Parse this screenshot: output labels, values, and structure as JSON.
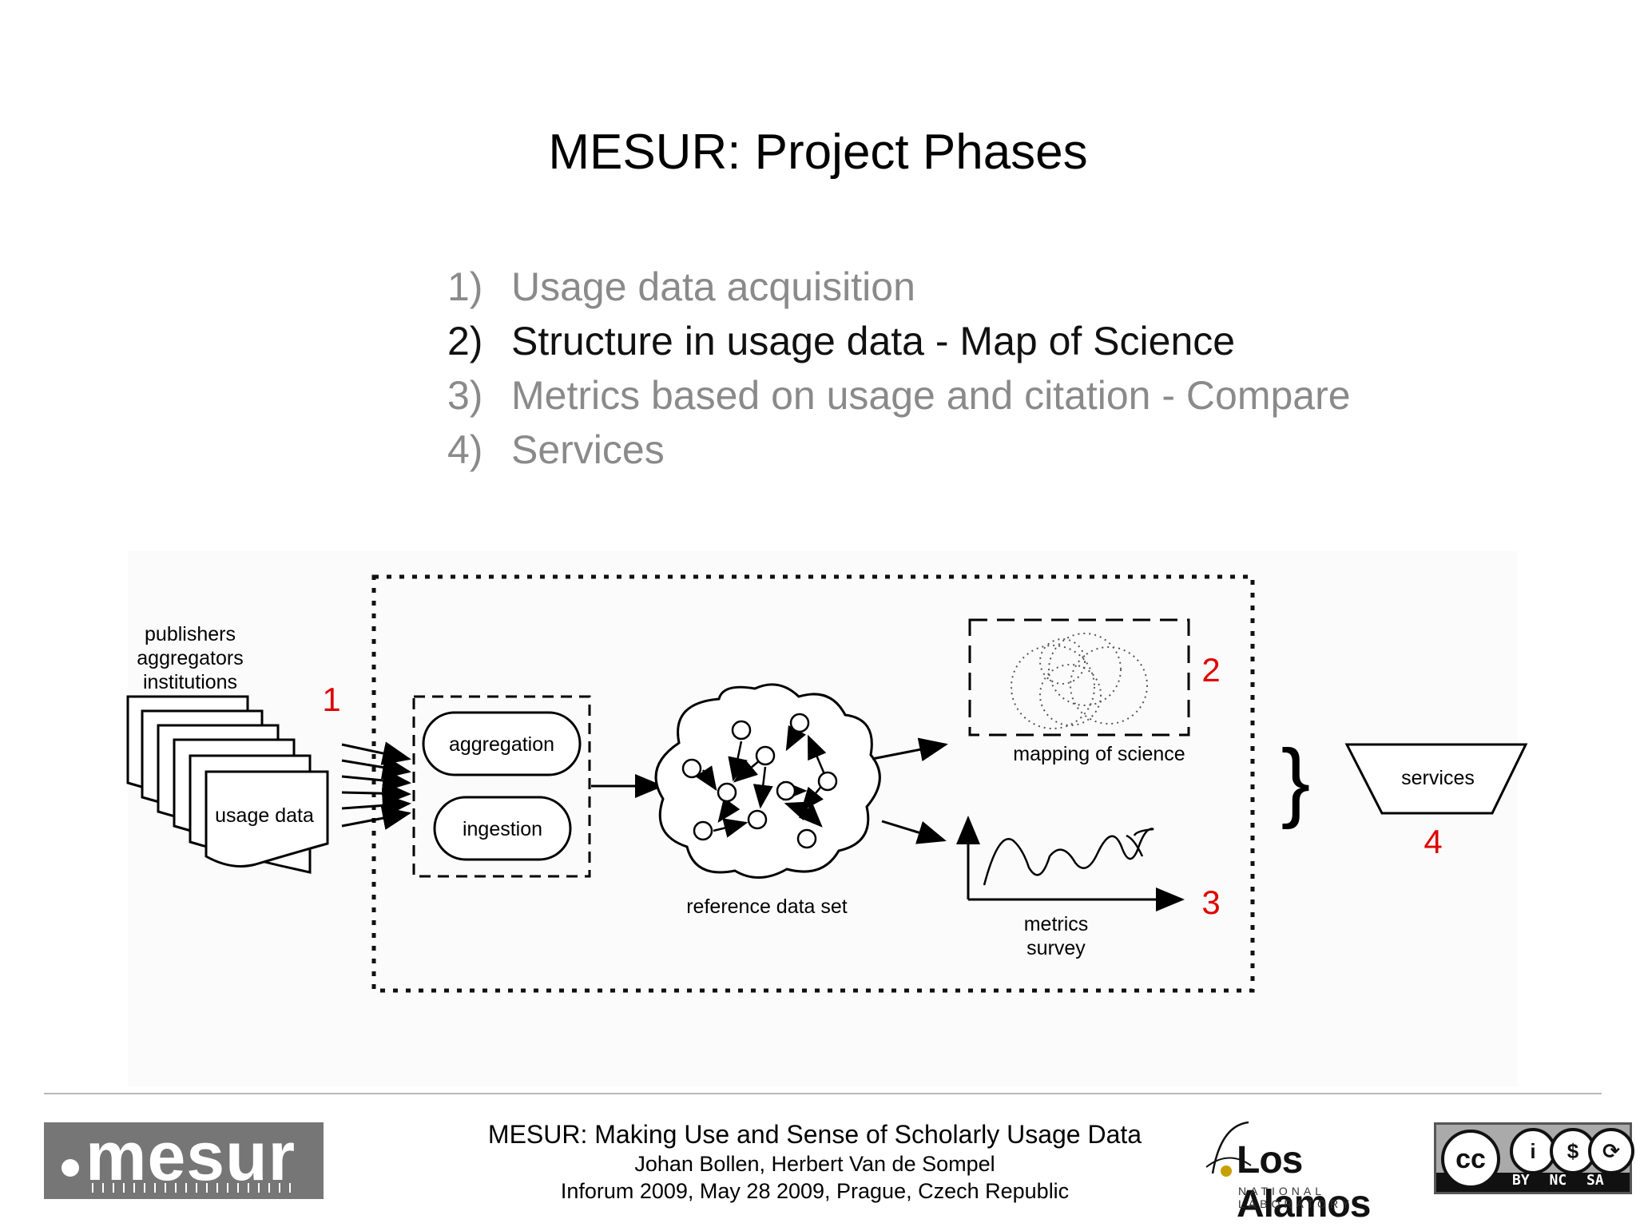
{
  "slide": {
    "title": "MESUR: Project Phases",
    "phases": [
      {
        "num": "1)",
        "label": "Usage data acquisition"
      },
      {
        "num": "2)",
        "label": "Structure in usage data - Map of Science"
      },
      {
        "num": "3)",
        "label": "Metrics based on usage and citation - Compare"
      },
      {
        "num": "4)",
        "label": "Services"
      }
    ]
  },
  "diagram": {
    "sources": [
      "publishers",
      "aggregators",
      "institutions"
    ],
    "usage_data": "usage data",
    "aggregation": "aggregation",
    "ingestion": "ingestion",
    "reference_data_set": "reference data set",
    "mapping_of_science": "mapping of science",
    "metrics_line1": "metrics",
    "metrics_line2": "survey",
    "services": "services",
    "brace": "}",
    "phase_markers": [
      "1",
      "2",
      "3",
      "4"
    ],
    "marker_color": "#e00000"
  },
  "footer": {
    "logo_word": "mesur",
    "line1": "MESUR: Making Use and Sense of Scholarly Usage Data",
    "line2": "Johan Bollen, Herbert Van de Sompel",
    "line3": "Inforum 2009, May 28 2009, Prague, Czech Republic",
    "lanl_name": "Los Alamos",
    "lanl_sub": "NATIONAL LABORATORY",
    "cc_label": "cc",
    "cc_terms": "BY NC SA"
  }
}
